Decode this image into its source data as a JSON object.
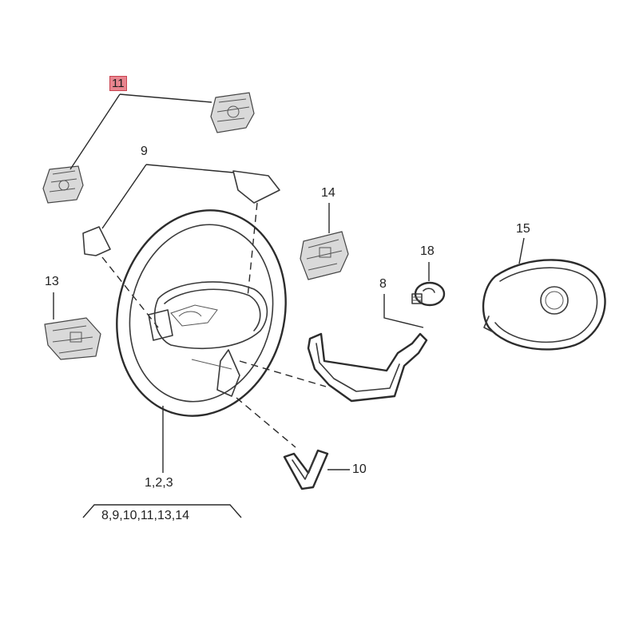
{
  "callouts": {
    "part_11": "11",
    "part_9": "9",
    "part_14": "14",
    "part_15": "15",
    "part_18": "18",
    "part_8": "8",
    "part_13": "13",
    "part_10": "10",
    "assembly_parts": "1,2,3",
    "assembly_includes": "8,9,10,11,13,14"
  },
  "highlight_color": "#e8858f"
}
